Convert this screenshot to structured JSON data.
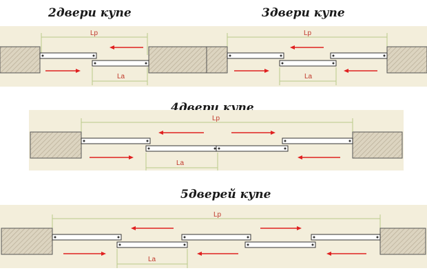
{
  "diagram_a": {
    "title": "2двери купе",
    "label_lp": "Lp",
    "label_la": "La"
  },
  "diagram_b": {
    "title": "3двери купе",
    "label_lp": "Lp",
    "label_la": "La"
  },
  "diagram_c": {
    "title": "4двери купе",
    "label_lp": "Lp",
    "label_la": "La"
  },
  "diagram_d": {
    "title": "5дверей купе",
    "label_lp": "Lp",
    "label_la": "La"
  },
  "colors": {
    "arrow": "#e02020",
    "dimension": "#b8ca8a",
    "band": "#f3eedb",
    "wall": "#dcd4c0"
  }
}
